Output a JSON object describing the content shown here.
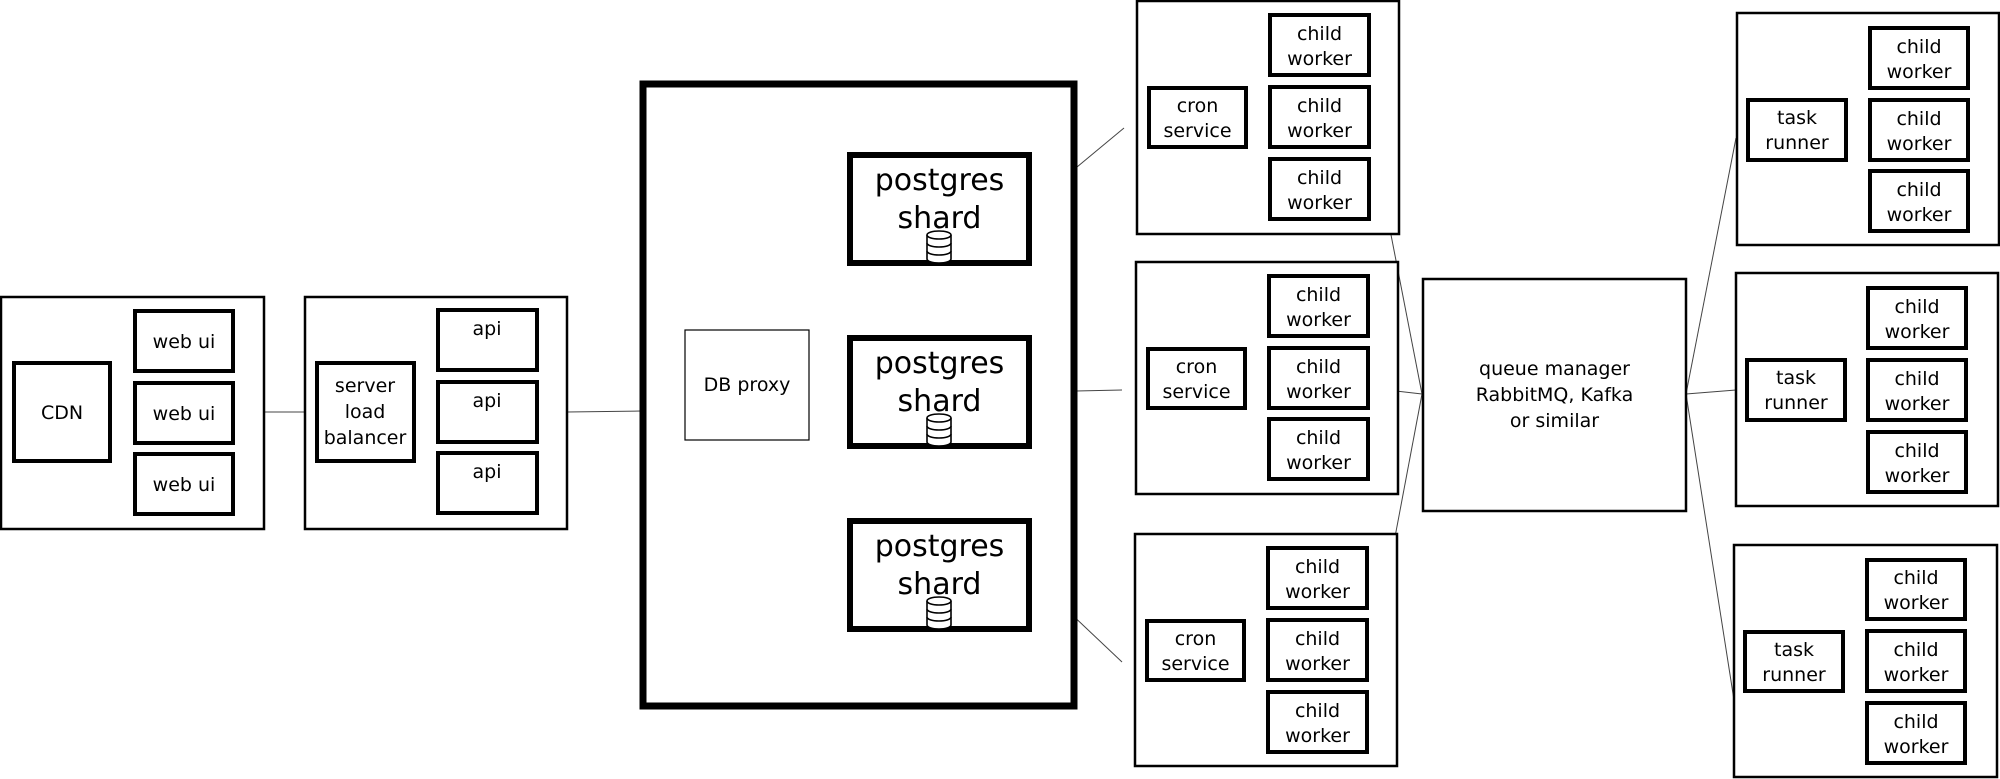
{
  "colors": {
    "stroke": "#000000",
    "wire": "#444444",
    "background": "#ffffff"
  },
  "frontend": {
    "cdn_label": "CDN",
    "web_ui_labels": [
      "web ui",
      "web ui",
      "web ui"
    ]
  },
  "backend": {
    "load_balancer_lines": [
      "server",
      "load",
      "balancer"
    ],
    "api_labels": [
      "api",
      "api",
      "api"
    ]
  },
  "database": {
    "proxy_label": "DB proxy",
    "shards": [
      {
        "lines": [
          "postgres",
          "shard"
        ],
        "icon": "database-icon"
      },
      {
        "lines": [
          "postgres",
          "shard"
        ],
        "icon": "database-icon"
      },
      {
        "lines": [
          "postgres",
          "shard"
        ],
        "icon": "database-icon"
      }
    ]
  },
  "cron_groups": [
    {
      "service_lines": [
        "cron",
        "service"
      ],
      "workers": [
        [
          "child",
          "worker"
        ],
        [
          "child",
          "worker"
        ],
        [
          "child",
          "worker"
        ]
      ]
    },
    {
      "service_lines": [
        "cron",
        "service"
      ],
      "workers": [
        [
          "child",
          "worker"
        ],
        [
          "child",
          "worker"
        ],
        [
          "child",
          "worker"
        ]
      ]
    },
    {
      "service_lines": [
        "cron",
        "service"
      ],
      "workers": [
        [
          "child",
          "worker"
        ],
        [
          "child",
          "worker"
        ],
        [
          "child",
          "worker"
        ]
      ]
    }
  ],
  "queue": {
    "lines": [
      "queue manager",
      "RabbitMQ, Kafka",
      "or similar"
    ]
  },
  "task_groups": [
    {
      "runner_lines": [
        "task",
        "runner"
      ],
      "workers": [
        [
          "child",
          "worker"
        ],
        [
          "child",
          "worker"
        ],
        [
          "child",
          "worker"
        ]
      ]
    },
    {
      "runner_lines": [
        "task",
        "runner"
      ],
      "workers": [
        [
          "child",
          "worker"
        ],
        [
          "child",
          "worker"
        ],
        [
          "child",
          "worker"
        ]
      ]
    },
    {
      "runner_lines": [
        "task",
        "runner"
      ],
      "workers": [
        [
          "child",
          "worker"
        ],
        [
          "child",
          "worker"
        ],
        [
          "child",
          "worker"
        ]
      ]
    }
  ]
}
